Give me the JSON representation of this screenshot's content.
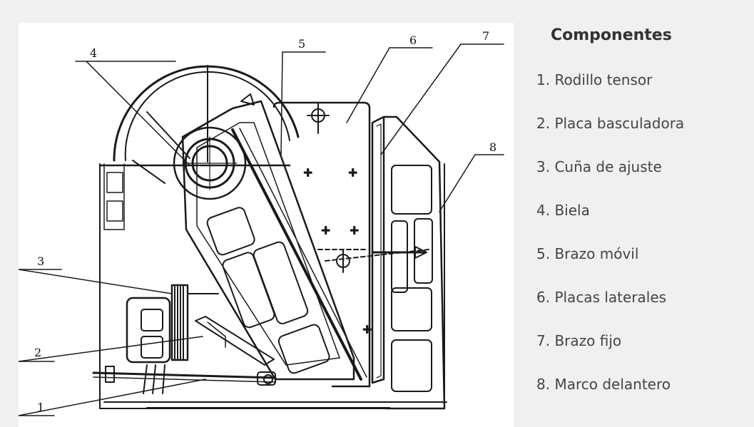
{
  "legend": {
    "title": "Componentes",
    "items": [
      "1. Rodillo tensor",
      "2. Placa basculadora",
      "3. Cuña de ajuste",
      "4. Biela",
      "5. Brazo móvil",
      "6. Placas laterales",
      "7. Brazo fijo",
      "8. Marco delantero"
    ]
  },
  "diagram": {
    "callouts": [
      "1",
      "2",
      "3",
      "4",
      "5",
      "6",
      "7",
      "8"
    ]
  }
}
